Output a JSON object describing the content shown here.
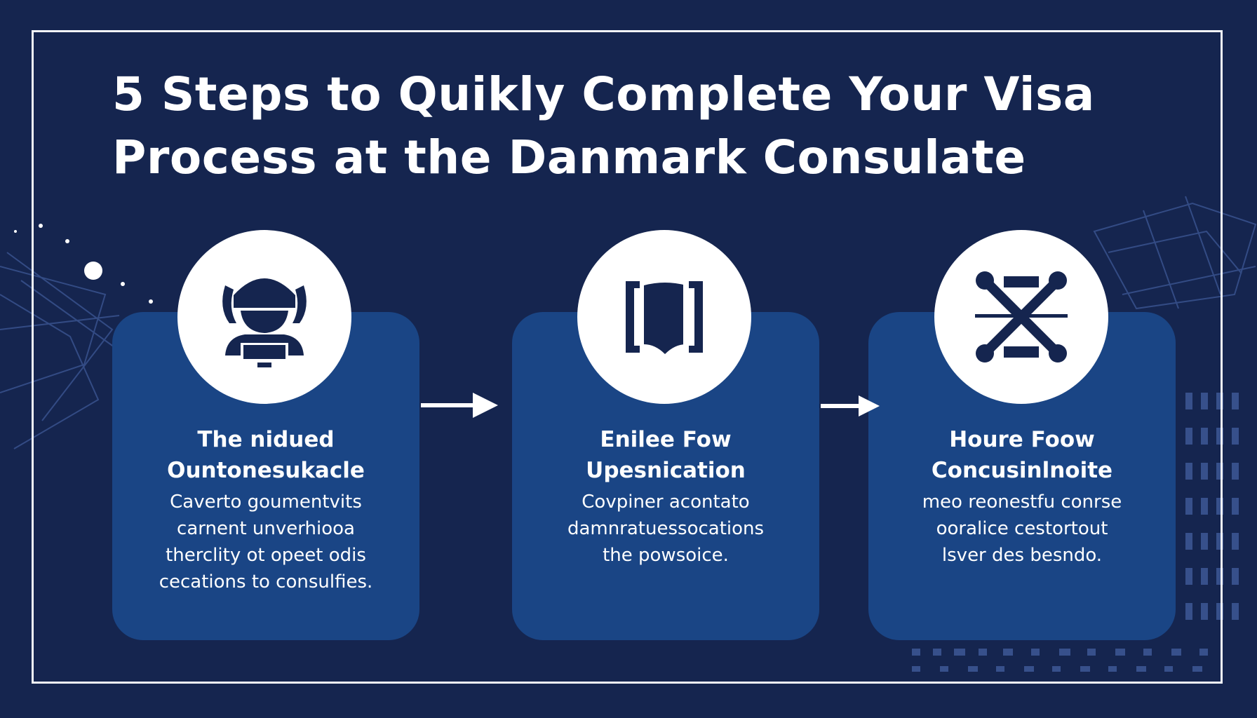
{
  "title": {
    "line1": "5 Steps to Quikly Complete Your Visa",
    "line2": "Process  at the Danmark Consulate"
  },
  "steps": [
    {
      "icon": "person-computer-icon",
      "heading": [
        "The nidued",
        "Ountonesukacle"
      ],
      "body": [
        "Caverto goumentvits",
        "carnent unverhiooa",
        "therclity ot opeet odis",
        "cecations to consulfies."
      ]
    },
    {
      "icon": "open-book-icon",
      "heading": [
        "Enilee Fow",
        "Upesnication"
      ],
      "body": [
        "Covpiner acontato",
        "damnratuessocations",
        "the powsoice."
      ]
    },
    {
      "icon": "crossed-tools-icon",
      "heading": [
        "Houre Foow",
        "Concusinlnoite"
      ],
      "body": [
        "meo reonestfu conrse",
        "ooralice cestortout",
        "lsver des besndo."
      ]
    }
  ],
  "colors": {
    "background": "#15254f",
    "card": "#1a4585",
    "icon": "#15254f",
    "text": "#ffffff"
  }
}
